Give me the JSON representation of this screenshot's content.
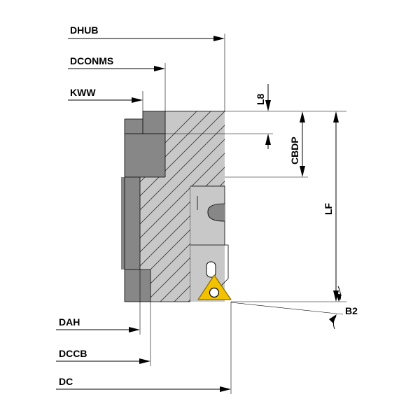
{
  "labels": {
    "dhub": "DHUB",
    "dconms": "DCONMS",
    "kww": "KWW",
    "l8": "L8",
    "cbdp": "CBDP",
    "lf": "LF",
    "b2": "B2",
    "dah": "DAH",
    "dccb": "DCCB",
    "dc": "DC"
  },
  "colors": {
    "body_dark": "#878787",
    "body_light": "#c8c8c8",
    "insert": "#f2c200",
    "lines": "#000000"
  }
}
